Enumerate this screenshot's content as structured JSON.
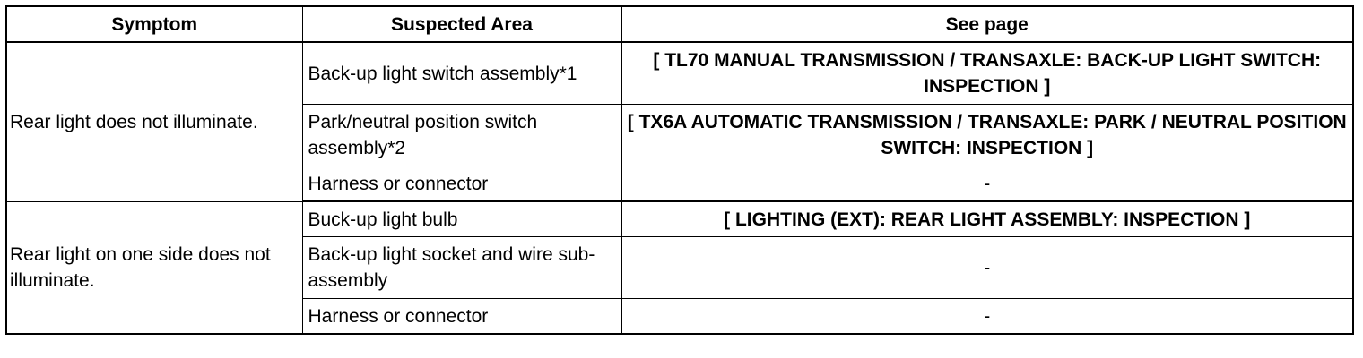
{
  "table": {
    "headers": [
      "Symptom",
      "Suspected Area",
      "See page"
    ],
    "groups": [
      {
        "symptom": "Rear light does not illuminate.",
        "rows": [
          {
            "area": "Back-up light switch assembly*1",
            "page": "[ TL70 MANUAL TRANSMISSION / TRANSAXLE: BACK-UP LIGHT SWITCH: INSPECTION ]"
          },
          {
            "area": "Park/neutral position switch assembly*2",
            "page": "[ TX6A AUTOMATIC TRANSMISSION / TRANSAXLE: PARK / NEUTRAL POSITION SWITCH: INSPECTION ]"
          },
          {
            "area": "Harness or connector",
            "page": "-"
          }
        ]
      },
      {
        "symptom": "Rear light on one side does not illuminate.",
        "rows": [
          {
            "area": "Buck-up light bulb",
            "page": "[ LIGHTING (EXT): REAR LIGHT ASSEMBLY: INSPECTION ]"
          },
          {
            "area": "Back-up light socket and wire sub-assembly",
            "page": "-"
          },
          {
            "area": "Harness or connector",
            "page": "-"
          }
        ]
      }
    ]
  }
}
